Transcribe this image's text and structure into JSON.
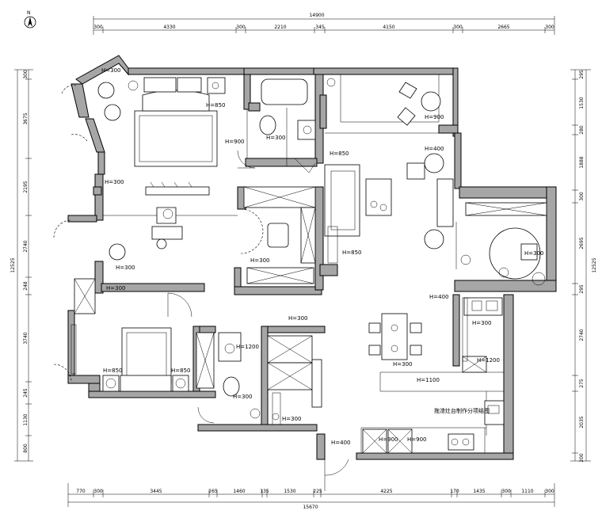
{
  "north_symbol": "N",
  "dimensions": {
    "top_total": "14900",
    "top": [
      "300",
      "4330",
      "300",
      "2210",
      "345",
      "4150",
      "300",
      "2665",
      "300"
    ],
    "bottom_total": "15670",
    "bottom": [
      "770",
      "300",
      "3445",
      "265",
      "1460",
      "135",
      "1530",
      "225",
      "4225",
      "170",
      "1435",
      "300",
      "1110",
      "300"
    ],
    "left_total": "12525",
    "left": [
      "300",
      "3675",
      "2195",
      "2740",
      "248",
      "3740",
      "245",
      "1130",
      "800"
    ],
    "right_total": "12525",
    "right": [
      "295",
      "1530",
      "280",
      "1888",
      "300",
      "2695",
      "295",
      "2740",
      "275",
      "2035",
      "200"
    ]
  },
  "height_labels": {
    "h1": "H=300",
    "h2": "H=850",
    "h3": "H=900",
    "h4": "H=300",
    "h5": "H=300",
    "h6": "H=300",
    "h7": "H=300",
    "h8": "H=850",
    "h9": "H=300",
    "h10": "H=900",
    "h11": "H=400",
    "h12": "H=850",
    "h13": "H=300",
    "h14": "H=400",
    "h15": "H=300",
    "h16": "H=1200",
    "h17": "H=850",
    "h18": "H=850",
    "h19": "H=300",
    "h20": "H=1200",
    "h21": "H=300",
    "h22": "H=1100",
    "h23": "H=300",
    "h24": "H=300",
    "h25": "H=400",
    "h26": "H=900",
    "h27": "H=900"
  },
  "kitchen_note": "拖渣灶台制作分项结图"
}
